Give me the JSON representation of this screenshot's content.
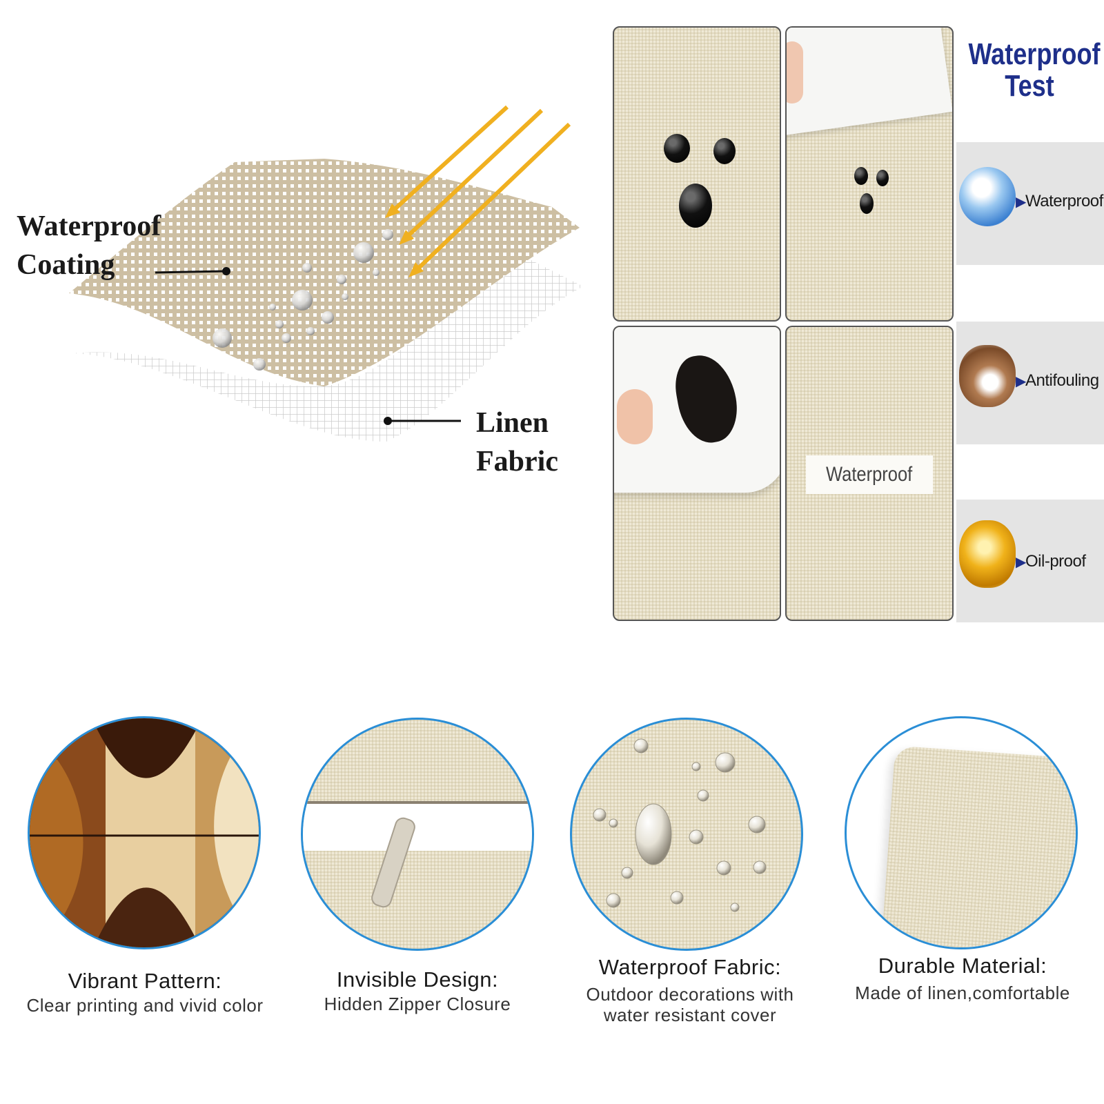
{
  "diagram": {
    "coating_label": "Waterproof\nCoating",
    "fabric_label": "Linen\nFabric"
  },
  "test": {
    "title": "Waterproof\nTest",
    "card_label": "Waterproof",
    "features": [
      {
        "label": "Waterproof",
        "icon": "water-splash-icon"
      },
      {
        "label": "Antifouling",
        "icon": "mud-splash-icon"
      },
      {
        "label": "Oil-proof",
        "icon": "oil-bubbles-icon"
      }
    ]
  },
  "captions": [
    {
      "title": "Vibrant Pattern:",
      "sub": "Clear printing and vivid color"
    },
    {
      "title": "Invisible Design:",
      "sub": "Hidden Zipper Closure"
    },
    {
      "title": "Waterproof Fabric:",
      "sub": "Outdoor decorations with\nwater resistant cover"
    },
    {
      "title": "Durable Material:",
      "sub": "Made of linen,comfortable"
    }
  ],
  "colors": {
    "title_blue": "#1e2f8a",
    "circle_border": "#2a8ed6",
    "arrow_orange": "#f0b020",
    "linen": "#efe9d6"
  }
}
